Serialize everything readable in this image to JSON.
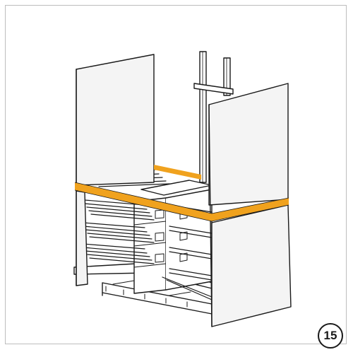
{
  "step": {
    "number": "15",
    "icon": "step-number-circle"
  },
  "illustration": {
    "subject": "pallet-rack-with-wrap-sheets",
    "strap_color": "#f0a21e",
    "line_color": "#1a1a1a",
    "sheet_fill": "#f4f4f4"
  }
}
